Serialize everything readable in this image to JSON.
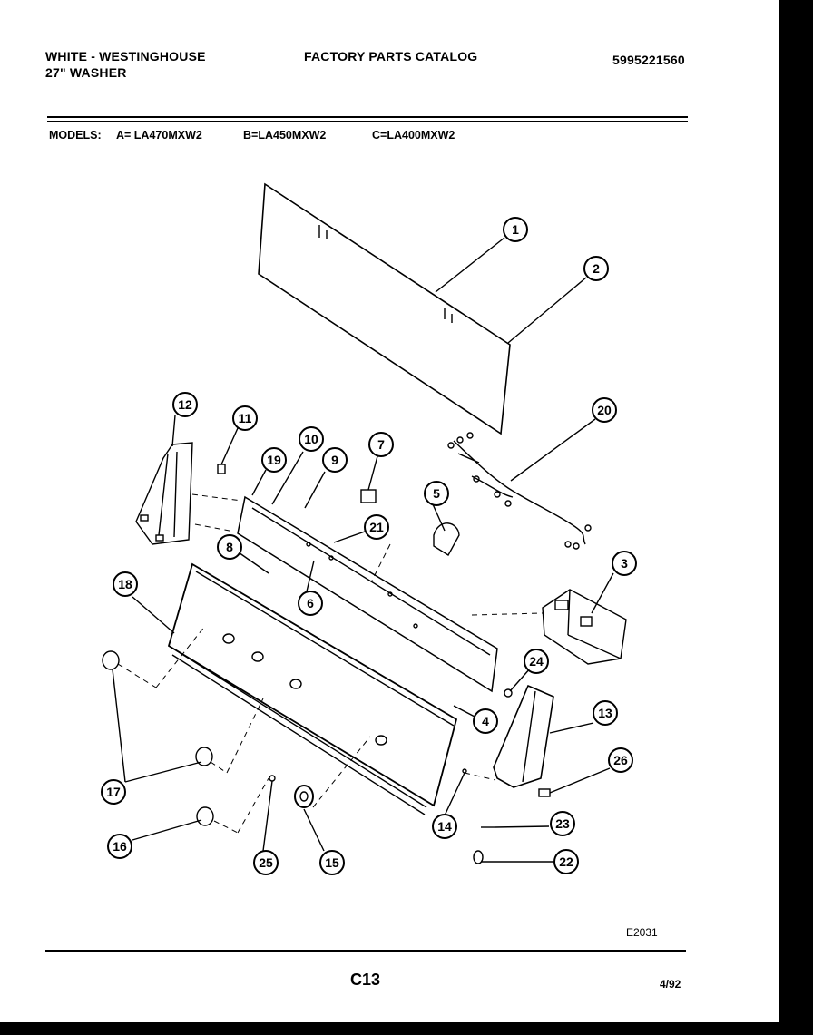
{
  "header": {
    "brand": "WHITE - WESTINGHOUSE",
    "product": "27\" WASHER",
    "catalog_title": "FACTORY PARTS CATALOG",
    "part_number": "5995221560"
  },
  "models": {
    "label": "MODELS:",
    "a": "A= LA470MXW2",
    "b": "B=LA450MXW2",
    "c": "C=LA400MXW2"
  },
  "diagram": {
    "callouts": [
      "1",
      "2",
      "3",
      "4",
      "5",
      "6",
      "7",
      "8",
      "9",
      "10",
      "11",
      "12",
      "13",
      "14",
      "15",
      "16",
      "17",
      "18",
      "19",
      "20",
      "21",
      "22",
      "23",
      "24",
      "25",
      "26"
    ]
  },
  "footer": {
    "diagram_code": "E2031",
    "page_code": "C13",
    "date": "4/92"
  }
}
